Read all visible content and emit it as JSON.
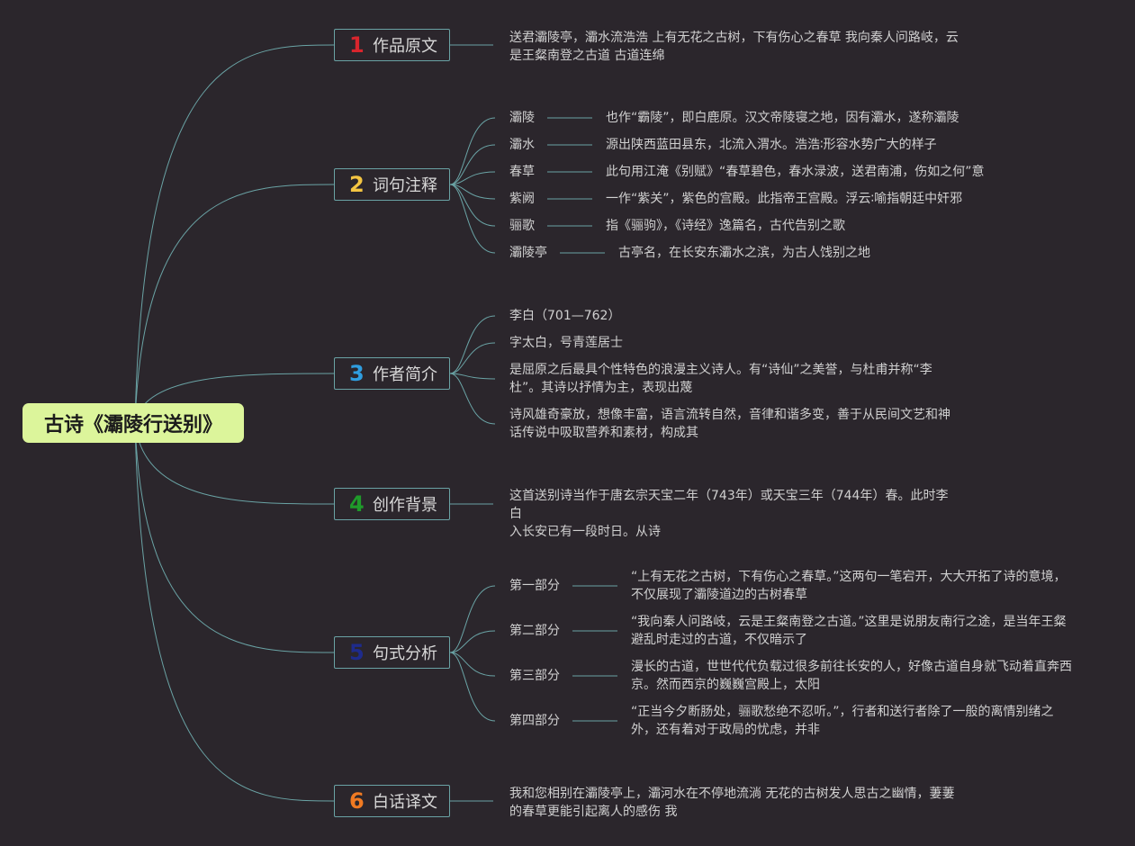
{
  "root": {
    "title": "古诗《灞陵行送别》"
  },
  "branches": [
    {
      "num": "1",
      "color": "#d9252d",
      "label": "作品原文",
      "text": [
        "送君灞陵亭，灞水流浩浩 上有无花之古树，下有伤心之春草 我向秦人问路岐，云",
        "是王粲南登之古道 古道连绵"
      ]
    },
    {
      "num": "2",
      "color": "#f4c542",
      "label": "词句注释",
      "items": [
        {
          "term": "灞陵",
          "desc": "也作“霸陵”，即白鹿原。汉文帝陵寝之地，因有灞水，遂称灞陵"
        },
        {
          "term": "灞水",
          "desc": "源出陕西蓝田县东，北流入渭水。浩浩∶形容水势广大的样子"
        },
        {
          "term": "春草",
          "desc": "此句用江淹《别赋》“春草碧色，春水渌波，送君南浦，伤如之何”意"
        },
        {
          "term": "紫阙",
          "desc": "一作“紫关”，紫色的宫殿。此指帝王宫殿。浮云∶喻指朝廷中奸邪"
        },
        {
          "term": "骊歌",
          "desc": "指《骊驹》，《诗经》逸篇名，古代告别之歌"
        },
        {
          "term": "灞陵亭",
          "desc": "古亭名，在长安东灞水之滨，为古人饯别之地"
        }
      ]
    },
    {
      "num": "3",
      "color": "#2f9ee0",
      "label": "作者简介",
      "items": [
        [
          "李白（701—762）"
        ],
        [
          "字太白，号青莲居士"
        ],
        [
          "是屈原之后最具个性特色的浪漫主义诗人。有“诗仙”之美誉，与杜甫并称“李",
          "杜”。其诗以抒情为主，表现出蔑"
        ],
        [
          "诗风雄奇豪放，想像丰富，语言流转自然，音律和谐多变，善于从民间文艺和神",
          "话传说中吸取营养和素材，构成其"
        ]
      ]
    },
    {
      "num": "4",
      "color": "#1f9a2a",
      "label": "创作背景",
      "text": [
        "这首送别诗当作于唐玄宗天宝二年（743年）或天宝三年（744年）春。此时李白",
        "入长安已有一段时日。从诗"
      ]
    },
    {
      "num": "5",
      "color": "#1e2b8c",
      "label": "句式分析",
      "items": [
        {
          "part": "第一部分",
          "desc": [
            "“上有无花之古树，下有伤心之春草。”这两句一笔宕开，大大开拓了诗的意境，",
            "不仅展现了灞陵道边的古树春草"
          ]
        },
        {
          "part": "第二部分",
          "desc": [
            "“我向秦人问路岐，云是王粲南登之古道。”这里是说朋友南行之途，是当年王粲",
            "避乱时走过的古道，不仅暗示了"
          ]
        },
        {
          "part": "第三部分",
          "desc": [
            "漫长的古道，世世代代负载过很多前往长安的人，好像古道自身就飞动着直奔西",
            "京。然而西京的巍巍宫殿上，太阳"
          ]
        },
        {
          "part": "第四部分",
          "desc": [
            "“正当今夕断肠处，骊歌愁绝不忍听。”，行者和送行者除了一般的离情别绪之",
            "外，还有着对于政局的忧虑，并非"
          ]
        }
      ]
    },
    {
      "num": "6",
      "color": "#f07a22",
      "label": "白话译文",
      "text": [
        "我和您相别在灞陵亭上，灞河水在不停地流淌 无花的古树发人思古之幽情，萋萋",
        "的春草更能引起离人的感伤 我"
      ]
    }
  ]
}
